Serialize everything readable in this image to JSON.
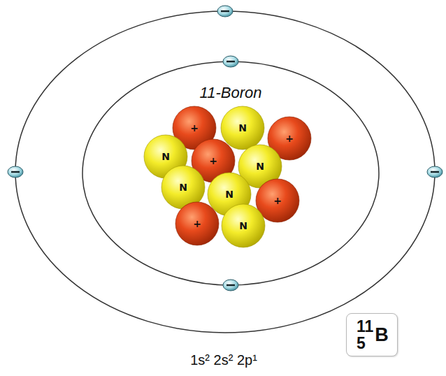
{
  "diagram": {
    "nodes": [
      {
        "text": [
          "+"
        ]
      },
      {
        "text": [
          "N"
        ]
      },
      {
        "text": [
          "+"
        ]
      },
      {
        "text": [
          "N"
        ]
      },
      {
        "text": [
          "+"
        ]
      },
      {
        "text": [
          "N"
        ]
      },
      {
        "text": [
          "N"
        ]
      },
      {
        "text": [
          "N"
        ]
      },
      {
        "text": [
          "+"
        ]
      },
      {
        "text": [
          "+"
        ]
      },
      {
        "text": [
          "N"
        ]
      },
      {
        "text": [
          "11",
          "5",
          "B"
        ]
      }
    ],
    "labels": [
      "11-Boron",
      "1s² 2s² 2p¹"
    ]
  }
}
